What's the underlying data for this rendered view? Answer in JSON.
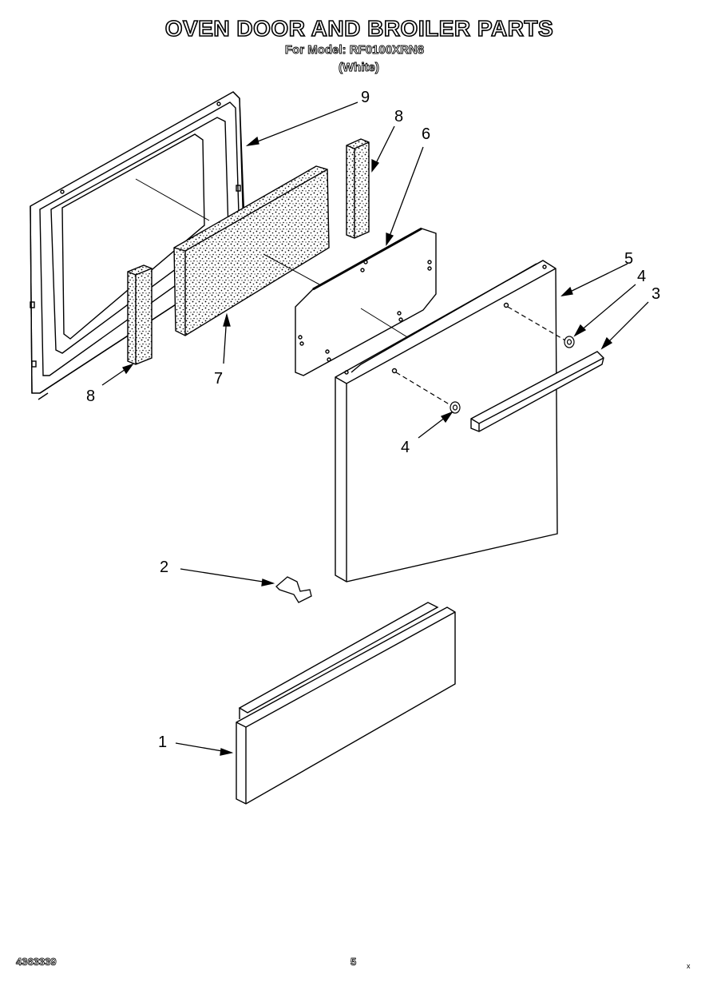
{
  "header": {
    "title": "OVEN DOOR AND BROILER PARTS",
    "model_line": "For Model: RF0100XRN8",
    "variant": "(White)"
  },
  "callouts": [
    "1",
    "2",
    "3",
    "4",
    "4",
    "5",
    "6",
    "7",
    "8",
    "8",
    "9"
  ],
  "footer": {
    "doc_number": "4363339",
    "page_number": "5",
    "corner_mark": "x"
  }
}
